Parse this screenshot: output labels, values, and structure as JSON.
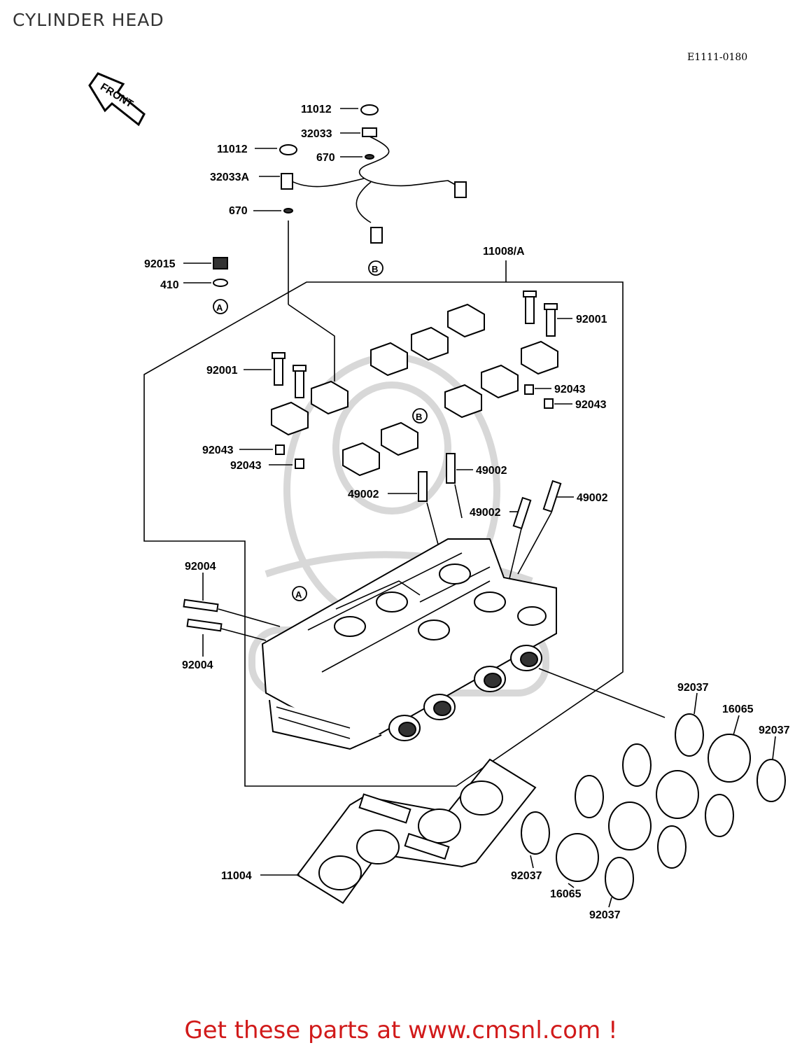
{
  "header": {
    "title": "CYLINDER HEAD",
    "drawing_code": "E1111-0180"
  },
  "front_arrow_label": "FRONT",
  "part_labels": [
    "11012",
    "32033",
    "11012",
    "670",
    "32033A",
    "670",
    "11008/A",
    "92015",
    "410",
    "92001",
    "92001",
    "92043",
    "92043",
    "92043",
    "92043",
    "49002",
    "49002",
    "49002",
    "49002",
    "92004",
    "92004",
    "92037",
    "16065",
    "92037",
    "11004",
    "92037",
    "16065",
    "92037"
  ],
  "callouts": {
    "a": "A",
    "b": "B"
  },
  "footer": {
    "text": "Get these parts at www.cmsnl.com !"
  }
}
